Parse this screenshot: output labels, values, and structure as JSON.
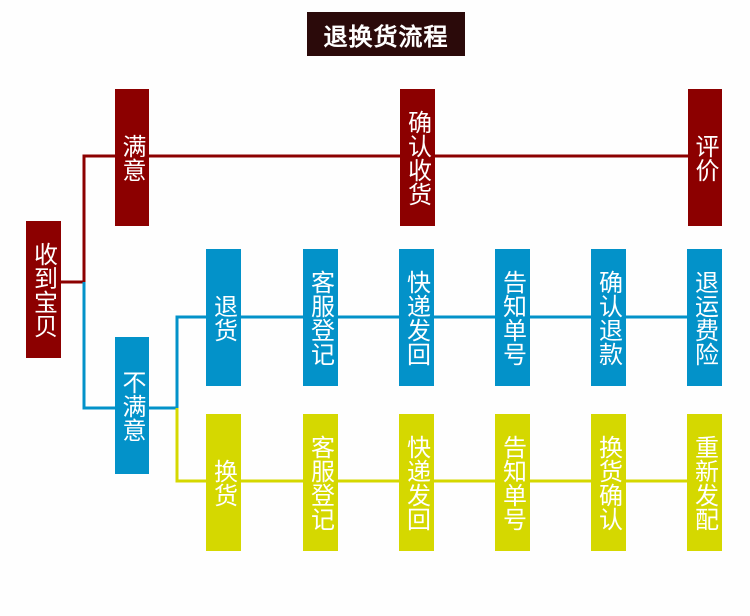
{
  "title": "退换货流程",
  "colors": {
    "satisfied": "#8c0000",
    "return": "#0392c9",
    "exchange": "#d5d800",
    "title_bg": "#2b0a0a"
  },
  "root": "收到宝贝",
  "satisfied": {
    "label": "满意",
    "steps": [
      "确认收货",
      "评价"
    ]
  },
  "unsatisfied": {
    "label": "不满意",
    "return": {
      "label": "退货",
      "steps": [
        "客服登记",
        "快递发回",
        "告知单号",
        "确认退款",
        "退运费险"
      ]
    },
    "exchange": {
      "label": "换货",
      "steps": [
        "客服登记",
        "快递发回",
        "告知单号",
        "换货确认",
        "重新发配"
      ]
    }
  }
}
